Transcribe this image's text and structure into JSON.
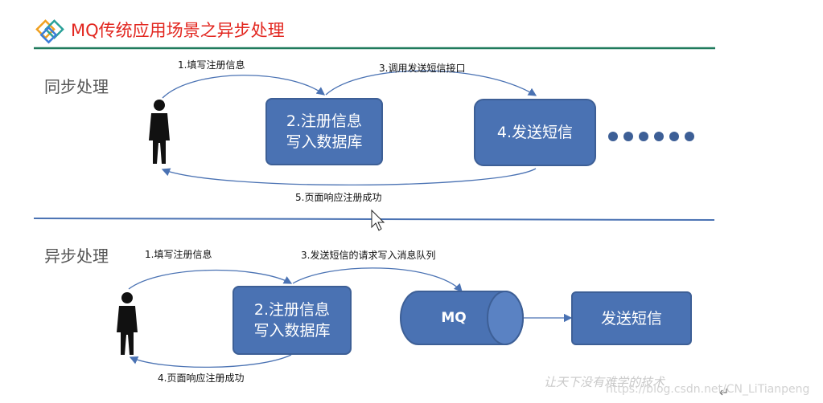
{
  "header": {
    "title": "MQ传统应用场景之异步处理"
  },
  "sync_section": {
    "label": "同步处理",
    "step1": "1.填写注册信息",
    "step3": "3.调用发送短信接口",
    "step5": "5.页面响应注册成功",
    "box_register": "2.注册信息\n写入数据库",
    "box_sms": "4.发送短信"
  },
  "async_section": {
    "label": "异步处理",
    "step1": "1.填写注册信息",
    "step3": "3.发送短信的请求写入消息队列",
    "step4": "4.页面响应注册成功",
    "box_register": "2.注册信息\n写入数据库",
    "mq": "MQ",
    "box_sms": "发送短信"
  },
  "footer": {
    "watermark": "让天下没有难学的技术",
    "url": "https://blog.csdn.net/CN_LiTianpeng"
  },
  "colors": {
    "title": "#e2261f",
    "box_fill": "#4a72b3",
    "arrow": "#4a72b3",
    "header_rule": "#1f7a5c",
    "section_divider": "#4a72b3"
  },
  "icons": [
    "diamond-logo-icon",
    "person-icon",
    "cursor-icon",
    "return-mark-icon"
  ]
}
